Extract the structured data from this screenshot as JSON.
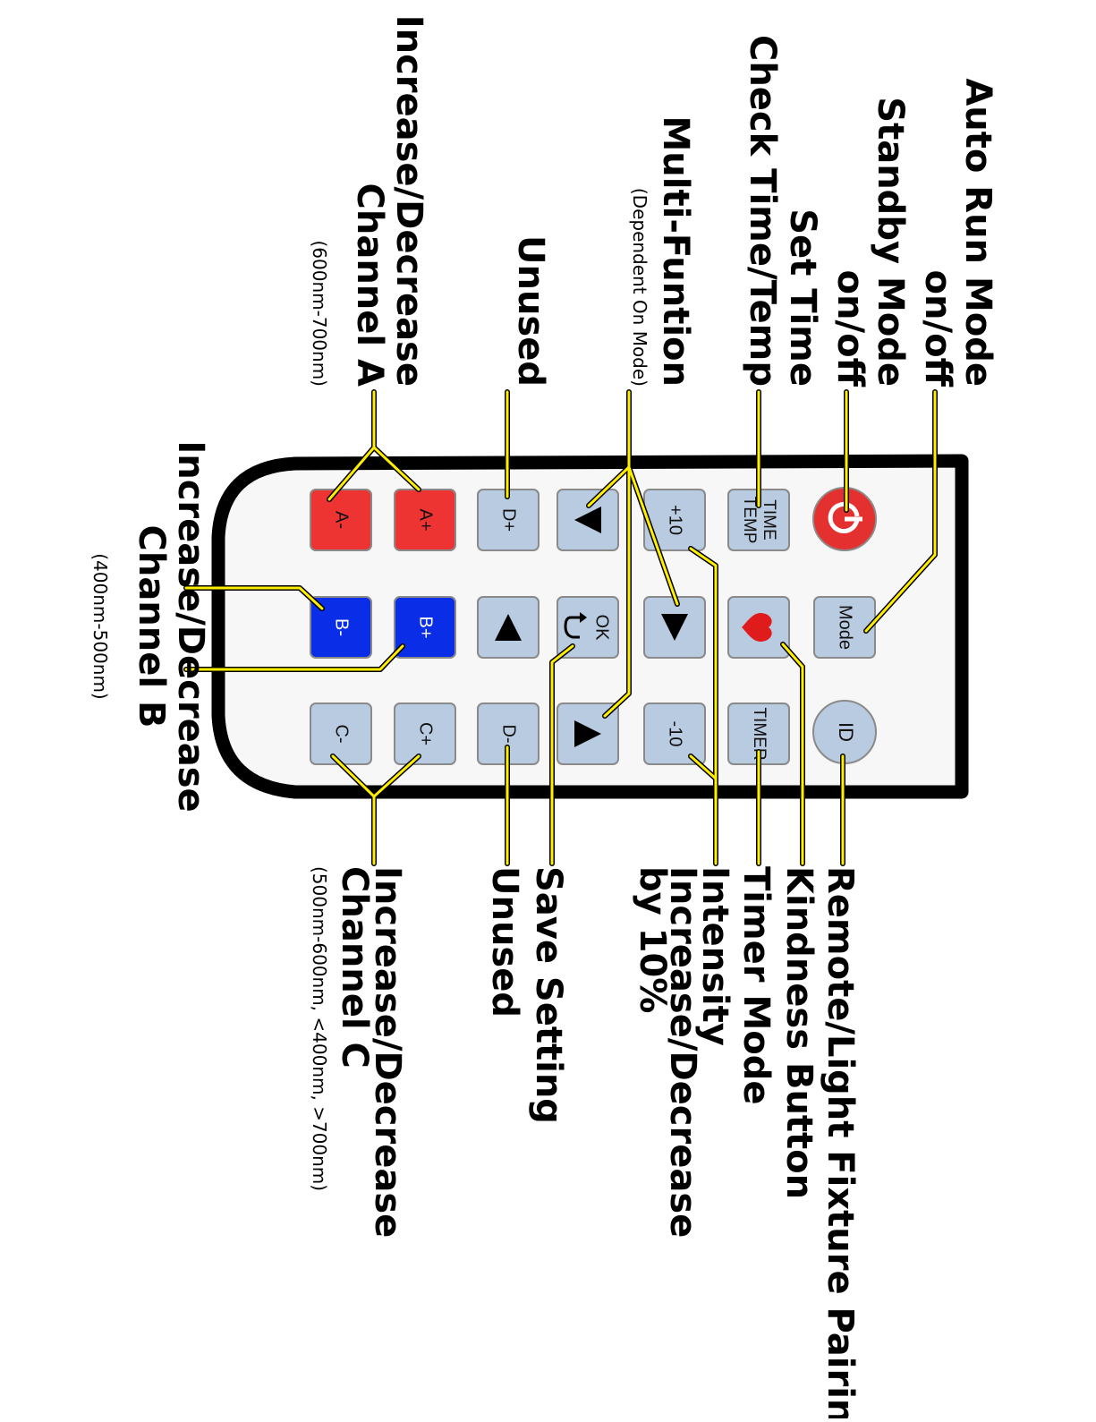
{
  "labels": {
    "auto_run": [
      "Auto Run Mode",
      "on/off"
    ],
    "standby": [
      "Standby Mode",
      "on/off"
    ],
    "set_time": [
      "Set Time",
      "Check Time/Temp"
    ],
    "multi_function": "Multi-Funtion",
    "multi_function_note": "(Dependent On Mode)",
    "unused_top": "Unused",
    "channel_a": [
      "Increase/Decrease",
      "Channel A"
    ],
    "channel_a_note": "(600nm-700nm)",
    "channel_b": [
      "Increase/Decrease",
      "Channel B"
    ],
    "channel_b_note": "(400nm-500nm)",
    "remote_pairing": "Remote/Light Fixture Pairing",
    "kindness": "Kindness Button",
    "timer_mode": "Timer Mode",
    "intensity": [
      "Intensity",
      "Increase/Decrease",
      "by 10%"
    ],
    "save_setting": "Save Setting",
    "unused_bottom": "Unused",
    "channel_c": [
      "Increase/Decrease",
      "Channel C"
    ],
    "channel_c_note": "(500nm-600nm, <400nm, >700nm)"
  },
  "buttons": {
    "mode": "Mode",
    "id": "ID",
    "time_temp": [
      "TIME",
      "TEMP"
    ],
    "timer": "TIMER",
    "plus10": "+10",
    "minus10": "-10",
    "ok": "OK",
    "d_plus": "D+",
    "d_minus": "D-",
    "a_plus": "A+",
    "a_minus": "A-",
    "b_plus": "B+",
    "b_minus": "B-",
    "c_plus": "C+",
    "c_minus": "C-"
  },
  "colors": {
    "background": "#ffffff",
    "remote_outline": "#000000",
    "remote_body": "#f7f7f7",
    "button_gray": "#b9cbe0",
    "button_red": "#ee3333",
    "button_blue": "#0a2ee8",
    "power_red": "#e53030",
    "callout_yellow": "#ffee00",
    "heart_red": "#e01b1b"
  },
  "icons": {
    "power": "power-icon",
    "heart": "heart-icon",
    "ok_return": "return-arrow-icon",
    "up": "triangle-up-icon",
    "down": "triangle-down-icon",
    "left": "triangle-left-icon",
    "right": "triangle-right-icon"
  }
}
